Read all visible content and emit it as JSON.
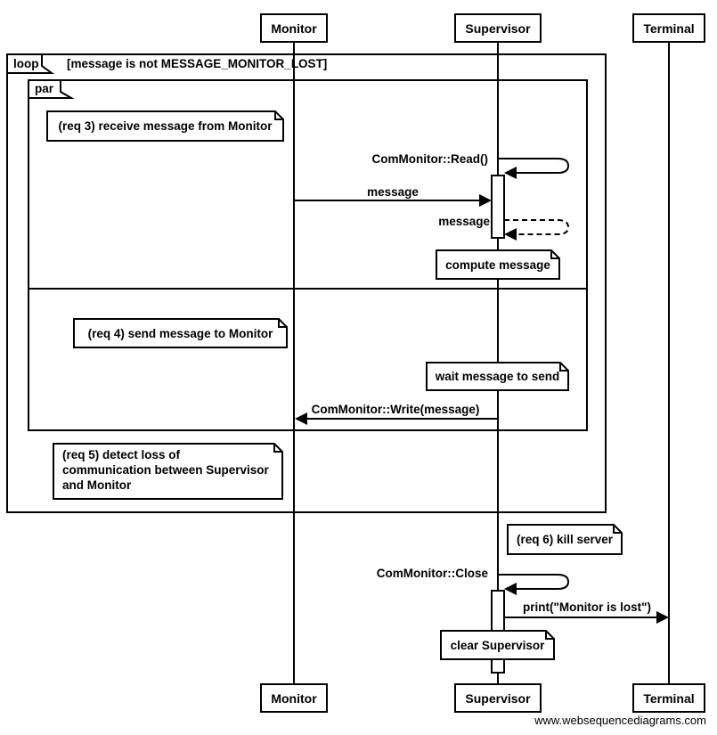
{
  "colors": {
    "stroke": "#000000",
    "fill": "#ffffff"
  },
  "participants": {
    "monitor": "Monitor",
    "supervisor": "Supervisor",
    "terminal": "Terminal"
  },
  "frames": {
    "loop_label": "loop",
    "loop_guard": "[message is not MESSAGE_MONITOR_LOST]",
    "par_label": "par"
  },
  "notes": {
    "req3": "(req 3) receive message from Monitor",
    "req4": "(req 4) send message to Monitor",
    "req5": "(req 5) detect loss of\ncommunication between Supervisor\nand Monitor",
    "req6": "(req 6) kill server",
    "compute": "compute message",
    "wait": "wait message to send",
    "clear": "clear Supervisor"
  },
  "messages": {
    "read": "ComMonitor::Read()",
    "message_in": "message",
    "message_return": "message",
    "write": "ComMonitor::Write(message)",
    "close": "ComMonitor::Close",
    "print": "print(\"Monitor is lost\")"
  },
  "footer": {
    "watermark": "www.websequencediagrams.com"
  }
}
